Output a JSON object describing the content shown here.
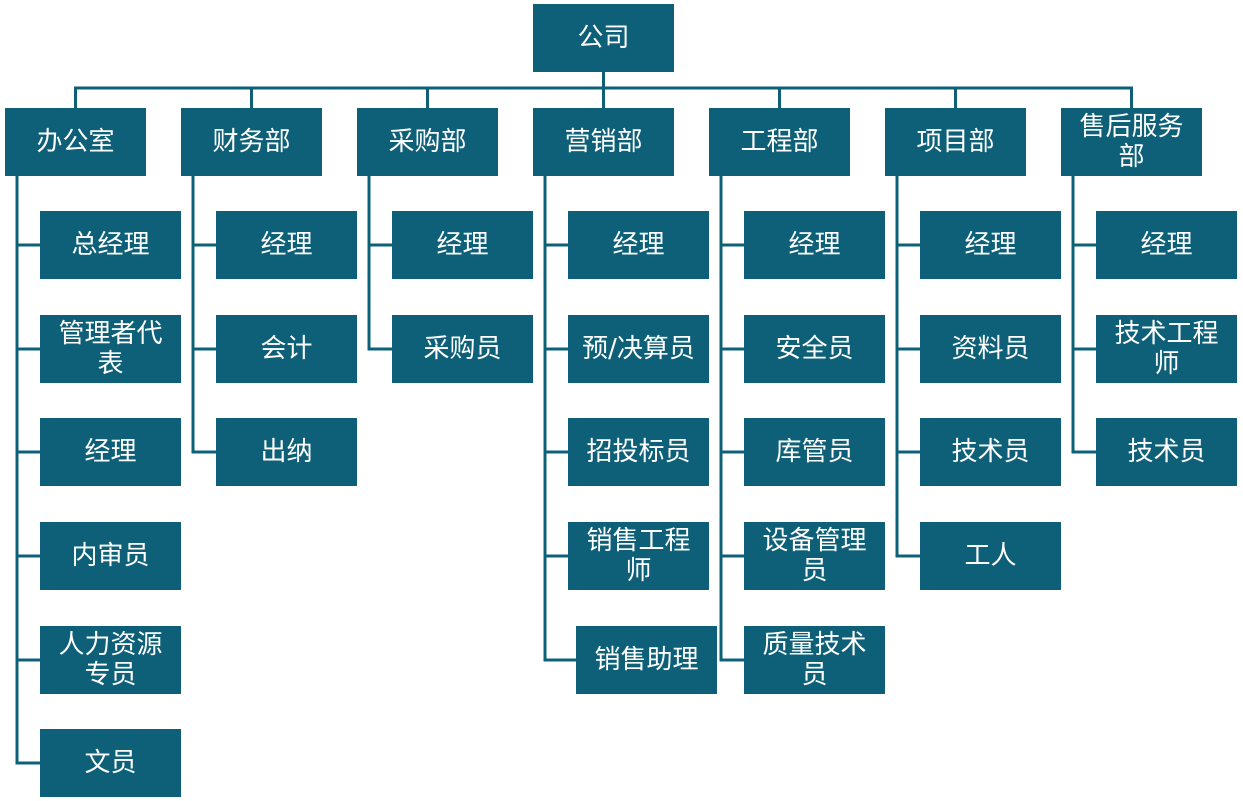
{
  "root": {
    "label": "公司"
  },
  "departments": [
    {
      "label": "办公室",
      "members": [
        "总经理",
        "管理者代表",
        "经理",
        "内审员",
        "人力资源专员",
        "文员"
      ]
    },
    {
      "label": "财务部",
      "members": [
        "经理",
        "会计",
        "出纳"
      ]
    },
    {
      "label": "采购部",
      "members": [
        "经理",
        "采购员"
      ]
    },
    {
      "label": "营销部",
      "members": [
        "经理",
        "预/决算员",
        "招投标员",
        "销售工程师",
        "销售助理"
      ]
    },
    {
      "label": "工程部",
      "members": [
        "经理",
        "安全员",
        "库管员",
        "设备管理员",
        "质量技术员"
      ]
    },
    {
      "label": "项目部",
      "members": [
        "经理",
        "资料员",
        "技术员",
        "工人"
      ]
    },
    {
      "label": "售后服务部",
      "members": [
        "经理",
        "技术工程师",
        "技术员"
      ]
    }
  ],
  "colors": {
    "box_fill": "#0d6078",
    "connector": "#0d6078",
    "text": "#ffffff"
  }
}
